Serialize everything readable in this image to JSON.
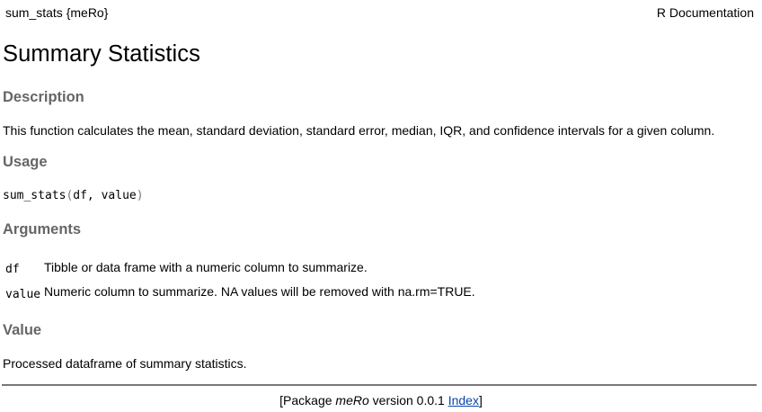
{
  "header": {
    "topic": "sum_stats {meRo}",
    "doc_type": "R Documentation"
  },
  "title": "Summary Statistics",
  "sections": {
    "description": {
      "heading": "Description",
      "text": "This function calculates the mean, standard deviation, standard error, median, IQR, and confidence intervals for a given column."
    },
    "usage": {
      "heading": "Usage",
      "func": "sum_stats",
      "open_paren": "(",
      "args": "df, value",
      "close_paren": ")"
    },
    "arguments": {
      "heading": "Arguments",
      "items": [
        {
          "name": "df",
          "desc": "Tibble or data frame with a numeric column to summarize."
        },
        {
          "name": "value",
          "desc": "Numeric column to summarize. NA values will be removed with na.rm=TRUE."
        }
      ]
    },
    "value": {
      "heading": "Value",
      "text": "Processed dataframe of summary statistics."
    }
  },
  "footer": {
    "prefix": "[Package ",
    "package": "meRo",
    "version_text": " version 0.0.1 ",
    "index_link": "Index",
    "suffix": "]"
  }
}
